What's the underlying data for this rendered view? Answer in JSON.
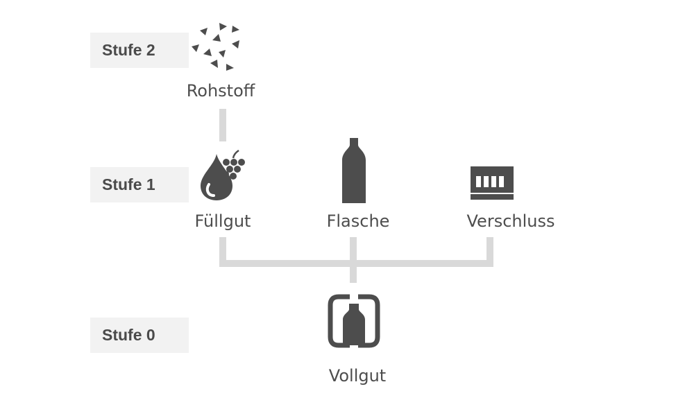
{
  "levels": [
    {
      "label": "Stufe 2"
    },
    {
      "label": "Stufe 1"
    },
    {
      "label": "Stufe 0"
    }
  ],
  "nodes": {
    "rohstoff": {
      "label": "Rohstoff",
      "icon": "raw-material-icon"
    },
    "fuellgut": {
      "label": "Füllgut",
      "icon": "drop-grapes-icon"
    },
    "flasche": {
      "label": "Flasche",
      "icon": "bottle-icon"
    },
    "verschluss": {
      "label": "Verschluss",
      "icon": "closure-icon"
    },
    "vollgut": {
      "label": "Vollgut",
      "icon": "filled-bottle-icon"
    }
  },
  "colors": {
    "icon": "#4d4d4d",
    "connector": "#d9d9d9",
    "level_background": "#f2f2f2"
  }
}
